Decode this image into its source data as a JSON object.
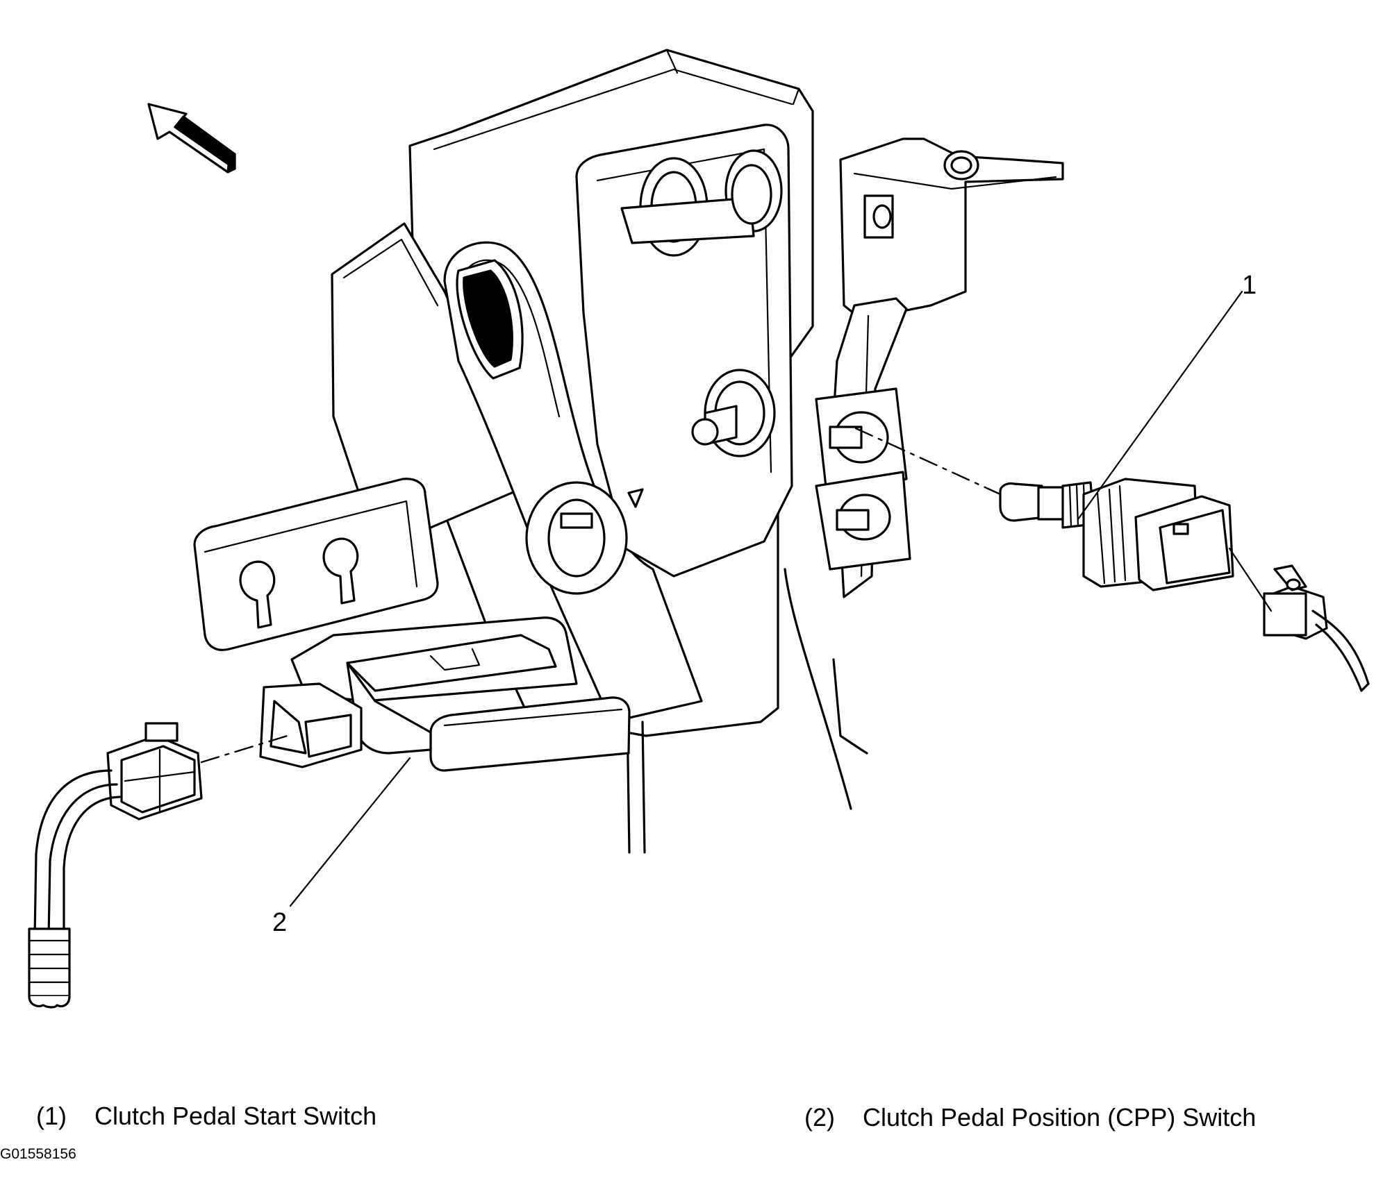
{
  "callouts": [
    {
      "number": "1",
      "label": "Clutch Pedal Start Switch"
    },
    {
      "number": "2",
      "label": "Clutch Pedal Position (CPP) Switch"
    }
  ],
  "captions": [
    {
      "num": "(1)",
      "text": "Clutch Pedal Start Switch"
    },
    {
      "num": "(2)",
      "text": "Clutch Pedal Position (CPP) Switch"
    }
  ],
  "figure_id": "G01558156"
}
